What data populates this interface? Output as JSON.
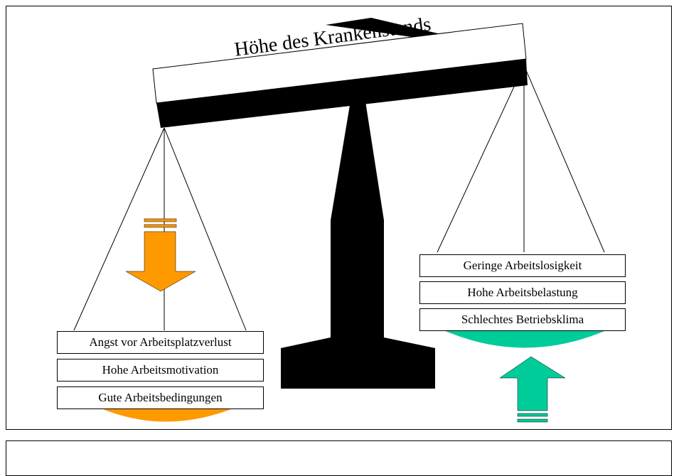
{
  "beam": {
    "label": "Höhe des Krankenstands"
  },
  "left_pan": {
    "items": [
      "Angst vor Arbeitsplatzverlust",
      "Hohe Arbeitsmotivation",
      "Gute Arbeitsbedingungen"
    ],
    "bowl_color": "#FF9900",
    "arrow_direction": "down"
  },
  "right_pan": {
    "items": [
      "Geringe Arbeitslosigkeit",
      "Hohe Arbeitsbelastung",
      "Schlechtes Betriebsklima"
    ],
    "bowl_color": "#00CC99",
    "arrow_direction": "up"
  },
  "colors": {
    "scale_body": "#000000",
    "pivot": "#FF3300"
  }
}
